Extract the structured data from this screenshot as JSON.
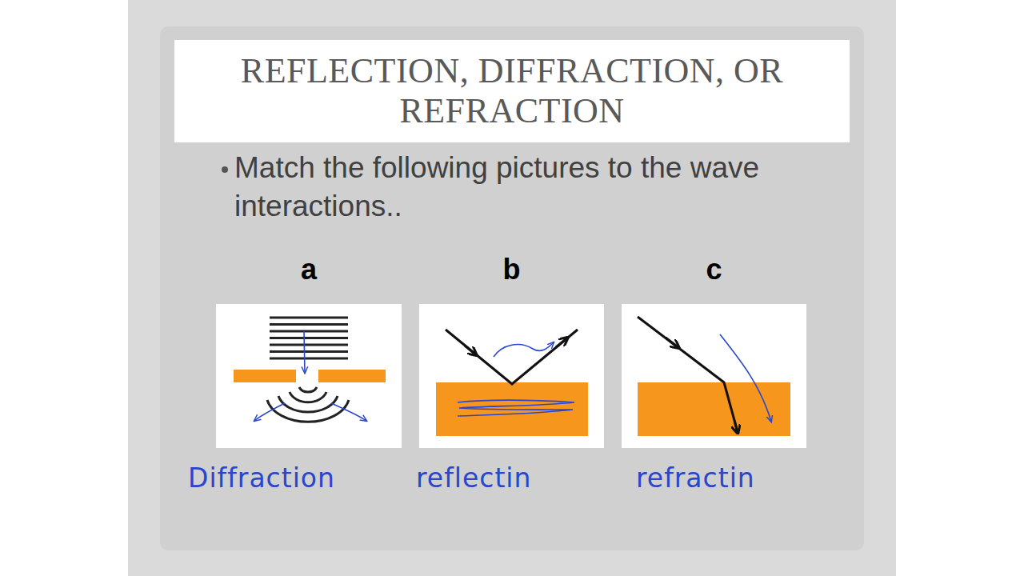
{
  "diagram": {
    "title": "REFLECTION, DIFFRACTION, OR REFRACTION",
    "nodes": [
      {
        "text": [
          "a"
        ]
      },
      {
        "text": [
          "b"
        ]
      },
      {
        "text": [
          "c"
        ]
      }
    ],
    "labels": [
      "Match the following pictures to the wave interactions..",
      "Diffraction",
      "reflectin",
      "refractin"
    ]
  }
}
